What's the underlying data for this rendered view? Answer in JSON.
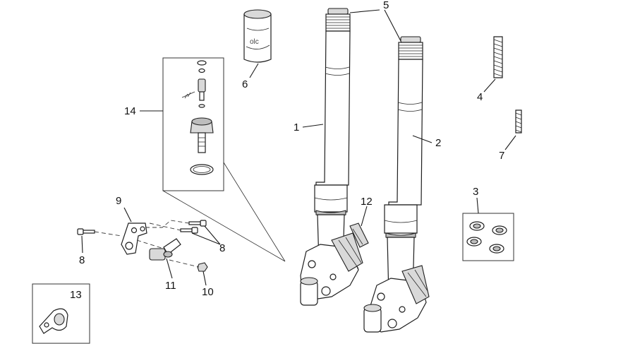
{
  "callouts": {
    "c1": "1",
    "c2": "2",
    "c3": "3",
    "c4": "4",
    "c5": "5",
    "c6": "6",
    "c7": "7",
    "c8a": "8",
    "c8b": "8",
    "c9": "9",
    "c10": "10",
    "c11": "11",
    "c12": "12",
    "c13": "13",
    "c14": "14"
  },
  "parts": [
    {
      "ref": "1",
      "name": "left-fork-leg"
    },
    {
      "ref": "2",
      "name": "right-fork-leg"
    },
    {
      "ref": "3",
      "name": "seal-kit"
    },
    {
      "ref": "4",
      "name": "spring-long"
    },
    {
      "ref": "5",
      "name": "top-cap"
    },
    {
      "ref": "6",
      "name": "oil-container"
    },
    {
      "ref": "7",
      "name": "spring-short"
    },
    {
      "ref": "8",
      "name": "screw"
    },
    {
      "ref": "9",
      "name": "bracket"
    },
    {
      "ref": "10",
      "name": "nut"
    },
    {
      "ref": "11",
      "name": "hose-fitting"
    },
    {
      "ref": "12",
      "name": "brake-pad-plate"
    },
    {
      "ref": "13",
      "name": "cable-clamp"
    },
    {
      "ref": "14",
      "name": "adjuster-valve-kit"
    }
  ]
}
